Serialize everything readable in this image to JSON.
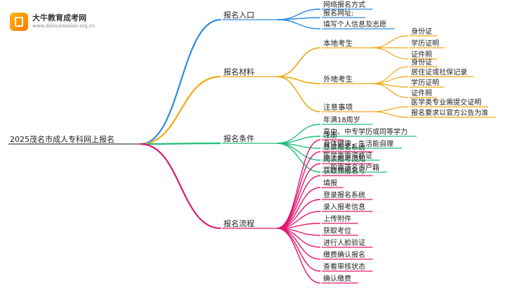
{
  "logo": {
    "title": "大牛教育成考网",
    "url": "www.daniuzaoxiao.org.cn"
  },
  "root": "2025茂名市成人专科网上报名",
  "branches": [
    {
      "label": "报名入口",
      "color": "#2b8be0",
      "children": [
        {
          "label": "网络报名方式"
        },
        {
          "label": "报名网址:"
        },
        {
          "label": "填写个人信息及志愿"
        }
      ]
    },
    {
      "label": "报名材料",
      "color": "#f0a810",
      "children": [
        {
          "label": "本地考生",
          "children": [
            {
              "label": "身份证"
            },
            {
              "label": "学历证明"
            },
            {
              "label": "证件照"
            }
          ]
        },
        {
          "label": "外地考生",
          "children": [
            {
              "label": "身份证"
            },
            {
              "label": "居住证或社保记录"
            },
            {
              "label": "学历证明"
            },
            {
              "label": "证件照"
            }
          ]
        },
        {
          "label": "注意事项",
          "children": [
            {
              "label": "医学类专业需提交证明"
            },
            {
              "label": "报名要求以官方公告为准"
            }
          ]
        }
      ]
    },
    {
      "label": "报名条件",
      "color": "#1fbf76",
      "children": [
        {
          "label": "年满18周岁"
        },
        {
          "label": "高中、中专学历或同等学力"
        },
        {
          "label": "身体健康，生活能自理"
        },
        {
          "label": "医学类需资格证"
        },
        {
          "label": "一般需茂名市户籍"
        }
      ]
    },
    {
      "label": "报名流程",
      "color": "#e0186e",
      "children": [
        {
          "label": "注册"
        },
        {
          "label": "登录报名系统"
        },
        {
          "label": "阅读报考须知"
        },
        {
          "label": "获取预报名号"
        },
        {
          "label": "填报"
        },
        {
          "label": "登录报名系统"
        },
        {
          "label": "录入报考信息"
        },
        {
          "label": "上传附件"
        },
        {
          "label": "获取考位"
        },
        {
          "label": "进行人脸验证"
        },
        {
          "label": "缴费确认报名"
        },
        {
          "label": "查看审核状态"
        },
        {
          "label": "确认缴费"
        }
      ]
    }
  ]
}
